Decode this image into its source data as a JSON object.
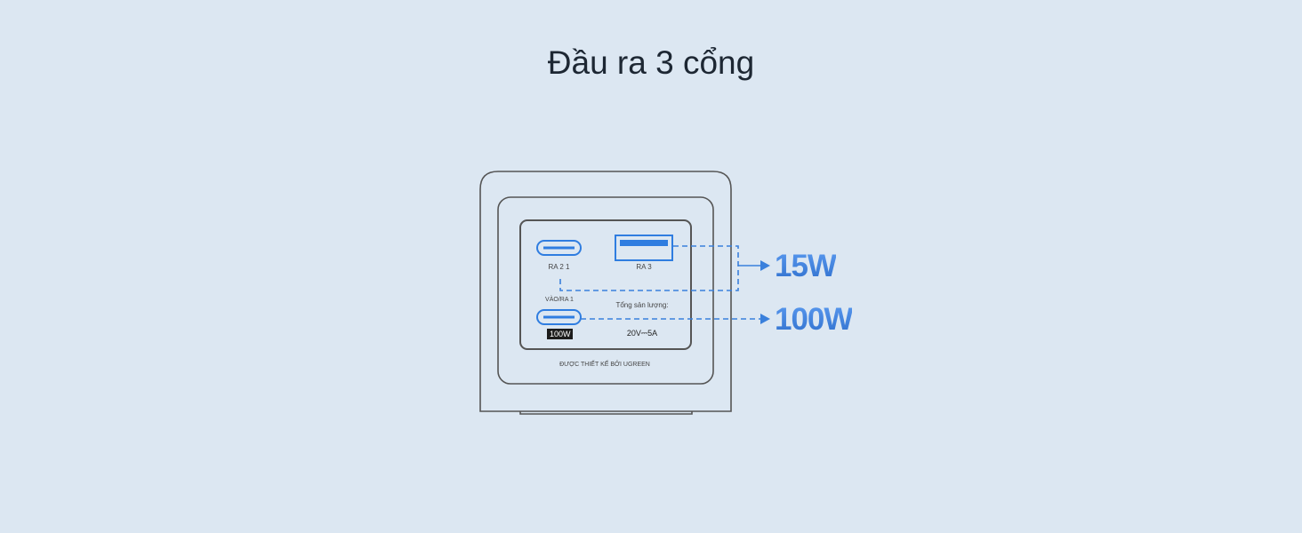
{
  "title": "Đầu ra 3 cổng",
  "device": {
    "port_c2_label": "RA 2 1",
    "port_a_label": "RA 3",
    "port_c1_label": "VÀO/RA 1",
    "port_c1_badge": "100W",
    "total_output_label": "Tổng sản lượng:",
    "total_output_value": "20V⎓5A",
    "designed_by": "ĐƯỢC THIẾT KẾ BỞI UGREEN"
  },
  "callouts": {
    "shared": "15W",
    "single": "100W"
  },
  "colors": {
    "background": "#dce7f2",
    "accent": "#3a80dc",
    "outline": "#555555"
  }
}
